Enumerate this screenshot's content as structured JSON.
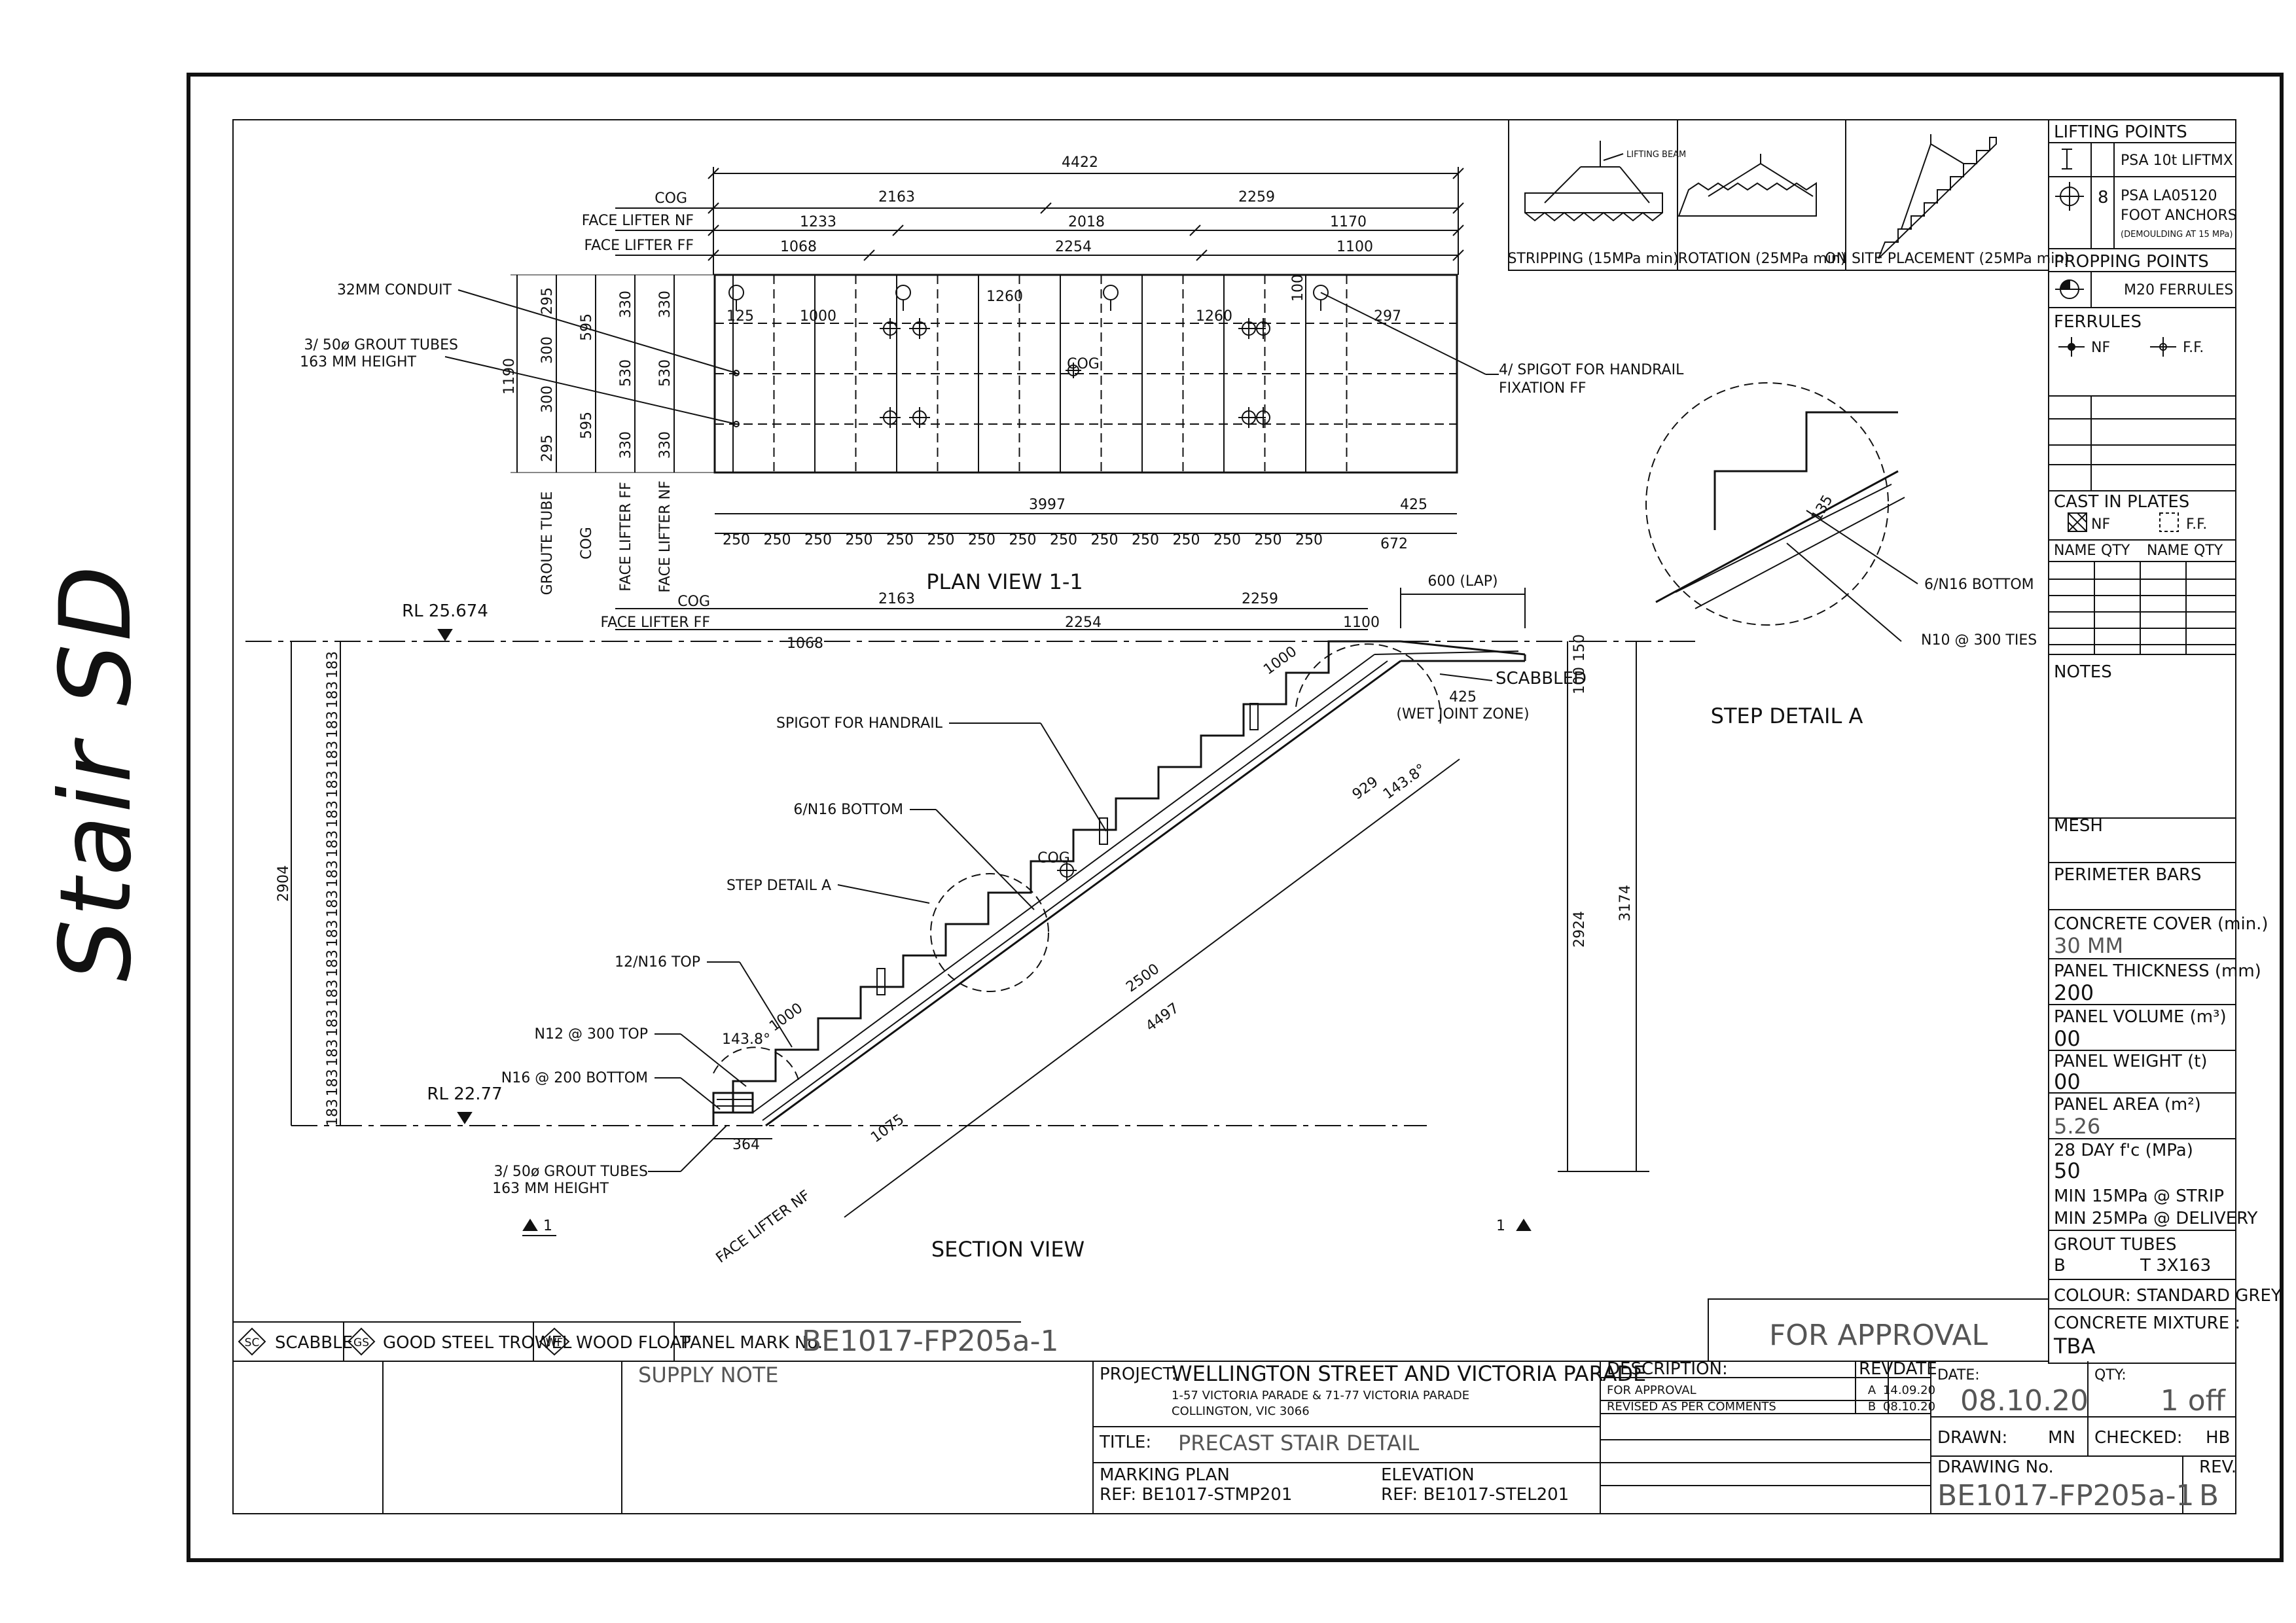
{
  "sheet_label": "Stair SD",
  "plan": {
    "title": "PLAN VIEW 1-1",
    "dims": {
      "total": "4422",
      "cog_l": "2163",
      "cog_r": "2259",
      "nf1": "1233",
      "nf2": "2018",
      "nf3": "1170",
      "ff1": "1068",
      "ff2": "2254",
      "ff3": "1100",
      "w": "1190",
      "b1": "295",
      "b2": "300",
      "b3": "300",
      "b4": "295",
      "c1": "595",
      "c2": "595",
      "d1": "330",
      "d2": "530",
      "d3": "330",
      "e1": "330",
      "e2": "530",
      "e3": "330",
      "len": "3997",
      "tail": "425",
      "last": "672",
      "step": "250",
      "i1": "1000",
      "i2": "1260",
      "i3": "1260",
      "i4": "125",
      "i5": "297",
      "i6": "100"
    },
    "labels": {
      "cog": "COG",
      "nf": "FACE LIFTER NF",
      "ff": "FACE LIFTER FF",
      "conduit": "32MM CONDUIT",
      "grout1": "3/ 50ø GROUT TUBES",
      "grout2": "163 MM HEIGHT",
      "spigot1": "4/ SPIGOT FOR HANDRAIL",
      "spigot2": "FIXATION FF",
      "v1": "GROUTE TUBE",
      "v2": "COG",
      "v3": "FACE LIFTER FF",
      "v4": "FACE LIFTER NF"
    }
  },
  "section": {
    "title": "SECTION VIEW",
    "rl_top": "RL 25.674",
    "rl_bot": "RL 22.77",
    "cog": "COG",
    "ff": "FACE LIFTER FF",
    "nf": "FACE LIFTER NF",
    "lap": "600 (LAP)",
    "scabbled": "SCABBLED",
    "wet1": "425",
    "wet2": "(WET JOINT ZONE)",
    "spigot": "SPIGOT FOR HANDRAIL",
    "n16b": "6/N16 BOTTOM",
    "stepA": "STEP DETAIL A",
    "n16t": "12/N16 TOP",
    "n12": "N12 @ 300 TOP",
    "n16": "N16 @ 200 BOTTOM",
    "grout1": "3/ 50ø GROUT TUBES",
    "grout2": "163 MM HEIGHT",
    "sec_l": "1",
    "sec_r": "1",
    "dims": {
      "cog_l": "2163",
      "cog_r": "2259",
      "ff1": "1068",
      "ff2": "2254",
      "ff3": "1100",
      "h": "2904",
      "riser": "183",
      "d2924": "2924",
      "d3174": "3174",
      "d100": "100",
      "d150": "150",
      "d1000a": "1000",
      "d1000b": "1000",
      "d929": "929",
      "a1": "143.8°",
      "a2": "143.8°",
      "d2500": "2500",
      "d4497": "4497",
      "d1075": "1075",
      "d364": "364"
    }
  },
  "step_detail": {
    "title": "STEP DETAIL A",
    "n16": "6/N16 BOTTOM",
    "n10": "N10 @ 300 TIES",
    "d135": "135"
  },
  "lifting_diagrams": {
    "strip": "STRIPPING (15MPa min)",
    "rot": "ROTATION (25MPa min)",
    "site": "ON SITE PLACEMENT (25MPa min)",
    "beam": "LIFTING BEAM"
  },
  "side": {
    "lifting_points": "LIFTING POINTS",
    "lp1": "PSA 10t LIFTMX",
    "lp2_qty": "8",
    "lp2a": "PSA LA05120",
    "lp2b": "FOOT ANCHORS",
    "lp2c": "(DEMOULDING AT 15 MPa)",
    "propping": "PROPPING POINTS",
    "ferrules_m20": "M20 FERRULES",
    "ferrules": "FERRULES",
    "nf": "NF",
    "ff": "F.F.",
    "cast": "CAST IN PLATES",
    "cast_nf": "NF",
    "cast_ff": "F.F.",
    "cols": [
      "NAME",
      "QTY",
      "NAME",
      "QTY"
    ],
    "notes": "NOTES",
    "mesh": "MESH",
    "perimeter": "PERIMETER BARS",
    "cover": "CONCRETE COVER (min.)",
    "cover_v": "30 MM",
    "thick": "PANEL THICKNESS (mm)",
    "thick_v": "200",
    "vol": "PANEL VOLUME (m³)",
    "vol_v": "00",
    "weight": "PANEL WEIGHT (t)",
    "weight_v": "00",
    "area": "PANEL AREA (m²)",
    "area_v": "5.26",
    "fc": "28 DAY f'c (MPa)",
    "fc_v": "50",
    "min1": "MIN 15MPa @ STRIP",
    "min2": "MIN 25MPa @ DELIVERY",
    "grout": "GROUT TUBES",
    "grout_b": "B",
    "grout_t": "T  3X163",
    "colour": "COLOUR: STANDARD GREY",
    "mix": "CONCRETE MIXTURE :",
    "mix_v": "TBA"
  },
  "legend": {
    "sc": "SC",
    "sc_t": "SCABBLE",
    "gs": "GS",
    "gs_t": "GOOD STEEL TROWEL",
    "wf": "WF",
    "wf_t": "WOOD FLOAT",
    "pm": "PANEL MARK No.",
    "pm_v": "BE1017-FP205a-1"
  },
  "title_block": {
    "approval": "FOR APPROVAL",
    "supply": "SUPPLY NOTE",
    "project_l": "PROJECT:",
    "project": "WELLINGTON STREET AND VICTORIA PARADE",
    "addr1": "1-57 VICTORIA PARADE & 71-77 VICTORIA PARADE",
    "addr2": "COLLINGTON, VIC 3066",
    "title_l": "TITLE:",
    "title": "PRECAST STAIR DETAIL",
    "marking": "MARKING PLAN",
    "marking_ref": "REF: BE1017-STMP201",
    "elev": "ELEVATION",
    "elev_ref": "REF: BE1017-STEL201",
    "desc_h": "DESCRIPTION:",
    "rev_h": "REV",
    "date_h": "DATE",
    "rows": [
      {
        "desc": "FOR APPROVAL",
        "rev": "A",
        "date": "14.09.20"
      },
      {
        "desc": "REVISED AS PER COMMENTS",
        "rev": "B",
        "date": "08.10.20"
      }
    ],
    "date_l": "DATE:",
    "date_v": "08.10.20",
    "qty_l": "QTY:",
    "qty_v": "1 off",
    "drawn_l": "DRAWN:",
    "drawn_v": "MN",
    "checked_l": "CHECKED:",
    "checked_v": "HB",
    "dwg_l": "DRAWING No.",
    "dwg_v": "BE1017-FP205a-1",
    "rev_l": "REV.",
    "rev_v": "B"
  }
}
